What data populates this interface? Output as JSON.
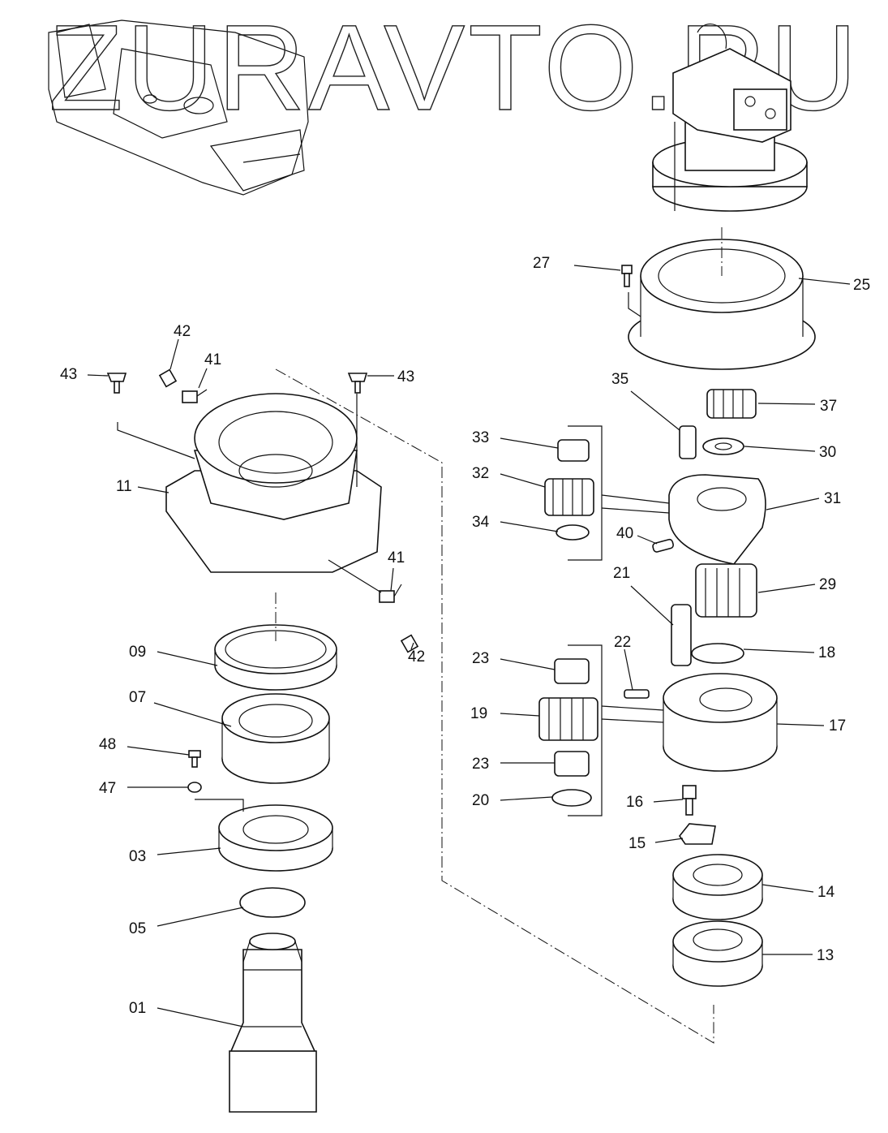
{
  "watermark": "ZURAVTO.RU",
  "callouts": [
    "27",
    "25",
    "43",
    "42",
    "41",
    "43",
    "35",
    "37",
    "33",
    "30",
    "32",
    "11",
    "31",
    "34",
    "40",
    "41",
    "21",
    "29",
    "22",
    "42",
    "09",
    "18",
    "23",
    "07",
    "19",
    "17",
    "48",
    "23",
    "47",
    "20",
    "16",
    "15",
    "03",
    "14",
    "05",
    "13",
    "01"
  ]
}
